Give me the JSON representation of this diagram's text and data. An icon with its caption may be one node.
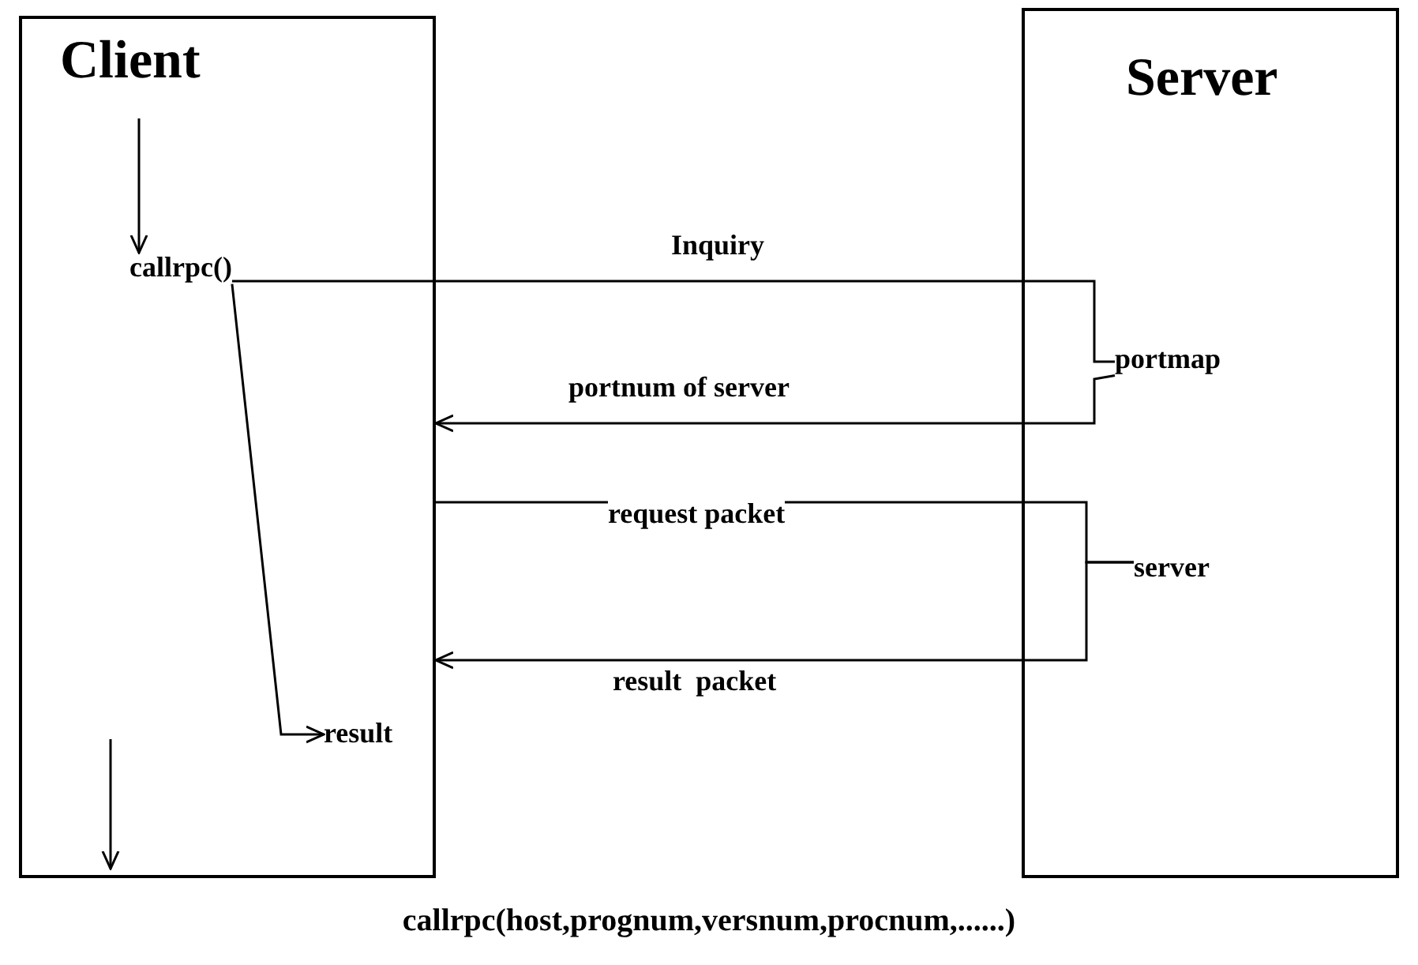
{
  "diagram": {
    "caption": "callrpc(host,prognum,versnum,procnum,......)",
    "nodes": [
      {
        "text": [
          "Client"
        ]
      },
      {
        "text": [
          "Server"
        ]
      },
      {
        "text": [
          "callrpc()"
        ],
        "in": 0
      },
      {
        "text": [
          "portmap"
        ],
        "in": 1
      },
      {
        "text": [
          "server"
        ],
        "in": 1
      },
      {
        "text": [
          "result"
        ],
        "in": 0
      }
    ],
    "edges": [
      {
        "from": null,
        "to": 2,
        "arrow": "to"
      },
      {
        "from": 2,
        "to": 3,
        "label": "Inquiry",
        "arrow": "none"
      },
      {
        "from": 3,
        "to": 0,
        "label": "portnum of server",
        "arrow": "to"
      },
      {
        "from": 0,
        "to": 4,
        "label": "request packet",
        "arrow": "none"
      },
      {
        "from": 4,
        "to": 0,
        "label": "result  packet",
        "arrow": "to"
      },
      {
        "from": 2,
        "to": 5,
        "arrow": "to"
      }
    ]
  }
}
